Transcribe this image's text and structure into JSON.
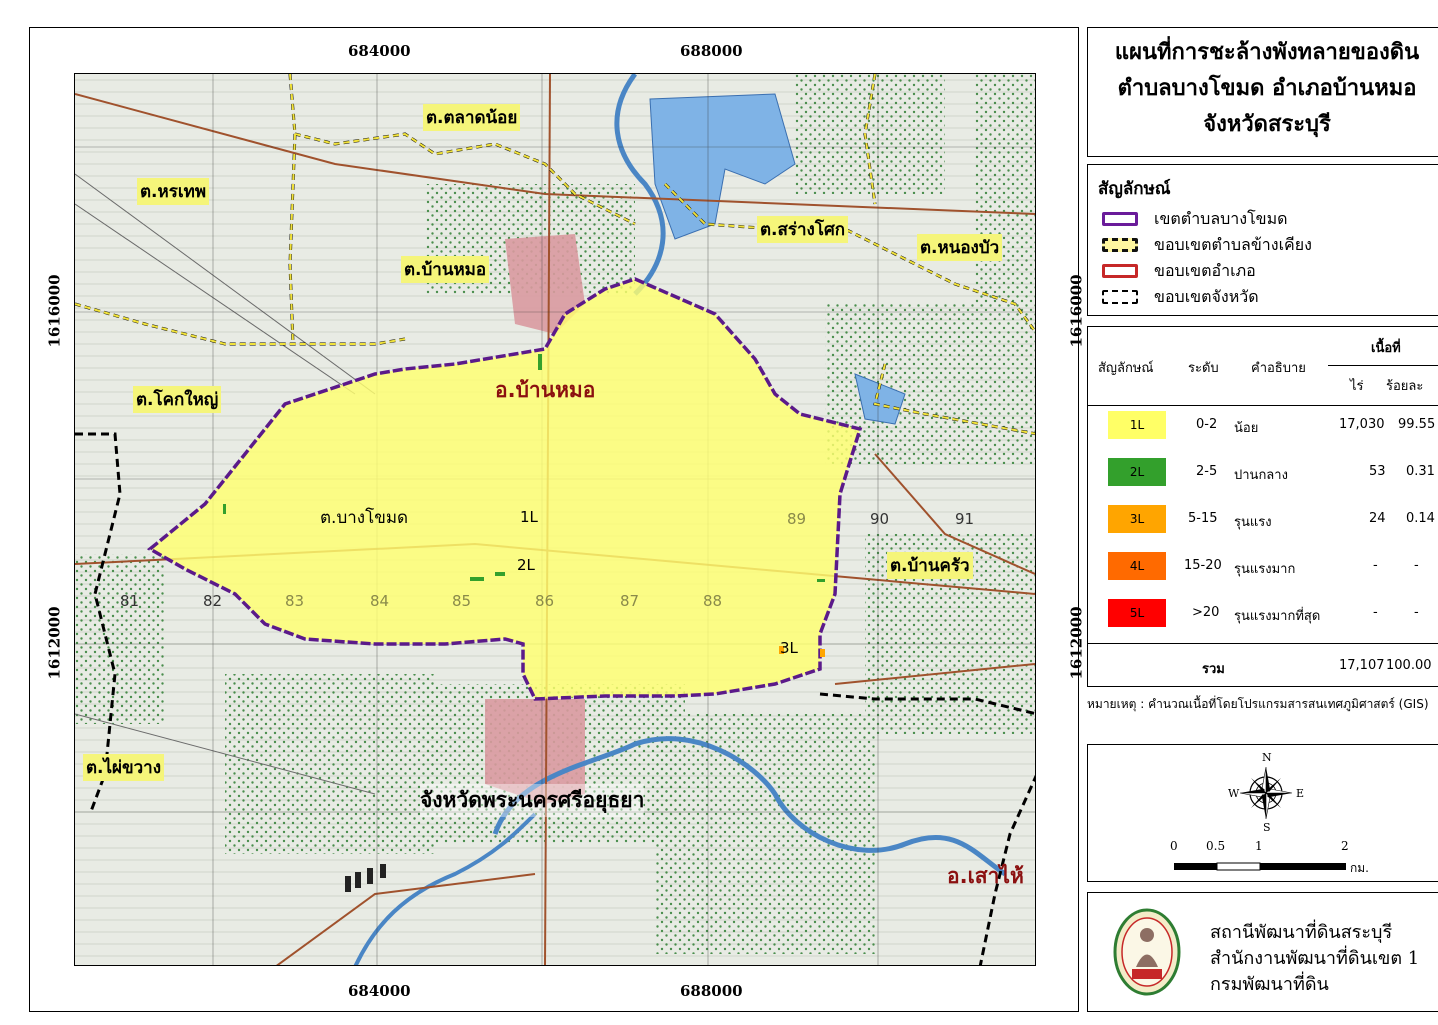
{
  "title": {
    "line1": "แผนที่การชะล้างพังทลายของดิน",
    "line2": "ตำบลบางโขมด อำเภอบ้านหมอ",
    "line3": "จังหวัดสระบุรี"
  },
  "legend": {
    "heading": "สัญลักษณ์",
    "items": [
      {
        "label": "เขตตำบลบางโขมด",
        "color": "#6a1b9a",
        "style": "solid"
      },
      {
        "label": "ขอบเขตตำบลข้างเคียง",
        "color": "#e8d21e",
        "style": "dashed"
      },
      {
        "label": "ขอบเขตอำเภอ",
        "color": "#c62828",
        "style": "solid"
      },
      {
        "label": "ขอบเขตจังหวัด",
        "color": "#000000",
        "style": "dashed"
      }
    ]
  },
  "table": {
    "headers": {
      "symbol": "สัญลักษณ์",
      "level": "ระดับ",
      "desc": "คำอธิบาย",
      "area": "เนื้อที่",
      "rai": "ไร่",
      "percent": "ร้อยละ"
    },
    "rows": [
      {
        "code": "1L",
        "level": "0-2",
        "desc": "น้อย",
        "rai": "17,030",
        "percent": "99.55",
        "color": "#ffff66"
      },
      {
        "code": "2L",
        "level": "2-5",
        "desc": "ปานกลาง",
        "rai": "53",
        "percent": "0.31",
        "color": "#33a02c"
      },
      {
        "code": "3L",
        "level": "5-15",
        "desc": "รุนแรง",
        "rai": "24",
        "percent": "0.14",
        "color": "#ffa500"
      },
      {
        "code": "4L",
        "level": "15-20",
        "desc": "รุนแรงมาก",
        "rai": "-",
        "percent": "-",
        "color": "#ff6a00"
      },
      {
        "code": "5L",
        "level": ">20",
        "desc": "รุนแรงมากที่สุด",
        "rai": "-",
        "percent": "-",
        "color": "#ff0000"
      }
    ],
    "total": {
      "label": "รวม",
      "rai": "17,107",
      "percent": "100.00"
    }
  },
  "note": "หมายเหตุ : คำนวณเนื้อที่โดยโปรแกรมสารสนเทศภูมิศาสตร์ (GIS)",
  "compass": {
    "n": "N",
    "s": "S",
    "e": "E",
    "w": "W"
  },
  "scalebar": {
    "ticks": [
      "0",
      "0.5",
      "1",
      "2"
    ],
    "unit": "กม."
  },
  "organization": {
    "line1": "สถานีพัฒนาที่ดินสระบุรี",
    "line2": "สำนักงานพัฒนาที่ดินเขต 1",
    "line3": "กรมพัฒนาที่ดิน"
  },
  "coords": {
    "top": [
      "684000",
      "688000"
    ],
    "bottom": [
      "684000",
      "688000"
    ],
    "left": [
      "1616000",
      "1612000"
    ],
    "right": [
      "1616000",
      "1612000"
    ]
  },
  "map_labels": {
    "talat_noi": "ต.ตลาดน้อย",
    "horathep": "ต.หรเทพ",
    "sarang_khok": "ต.สร่างโศก",
    "nong_bua": "ต.หนองบัว",
    "ban_mo": "ต.บ้านหมอ",
    "khok_yai": "ต.โคกใหญ่",
    "district": "อ.บ้านหมอ",
    "bang_khamot": "ต.บางโขมด",
    "ban_khrua": "ต.บ้านครัว",
    "phai_khwang": "ต.ไผ่ขวาง",
    "ayutthaya": "จังหวัดพระนครศรีอยุธยา",
    "sao_hai": "อ.เสาไห้",
    "class_1L": "1L",
    "class_2L": "2L",
    "class_3L": "3L"
  },
  "grid_numbers": [
    "81",
    "82",
    "83",
    "84",
    "85",
    "86",
    "87",
    "88",
    "89",
    "90",
    "91"
  ]
}
